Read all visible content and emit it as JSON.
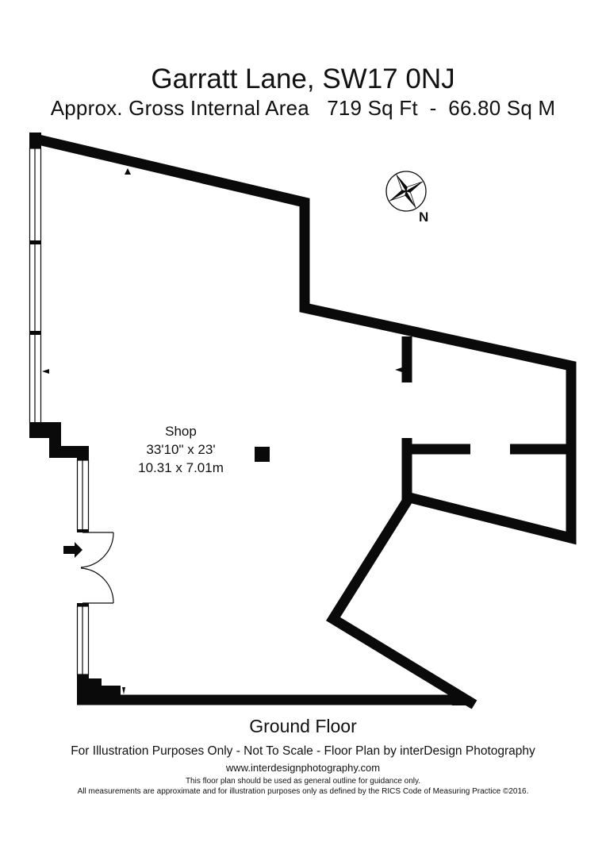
{
  "header": {
    "title": "Garratt Lane, SW17 0NJ",
    "subtitle": "Approx. Gross Internal Area   719 Sq Ft  -  66.80 Sq M"
  },
  "rooms": [
    {
      "name": "Shop",
      "imperial": "33'10\" x 23'",
      "metric": "10.31 x 7.01m"
    }
  ],
  "compass": {
    "label": "N",
    "icon": "compass-rose-icon"
  },
  "footer": {
    "floor_name": "Ground Floor",
    "disclaimer": "For Illustration Purposes Only - Not To Scale - Floor Plan by interDesign Photography",
    "website": "www.interdesignphotography.com",
    "note1": "This floor plan should be used as general outline for guidance only.",
    "note2": "All measurements are approximate and for illustration purposes only as defined by the RICS Code of Measuring Practice ©2016."
  },
  "colors": {
    "wall": "#0a0a0a",
    "background": "#ffffff"
  }
}
